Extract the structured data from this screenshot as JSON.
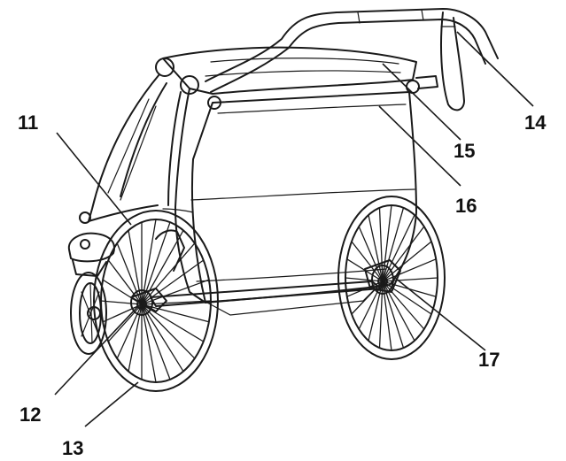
{
  "callouts": [
    {
      "id": "11",
      "label": "11"
    },
    {
      "id": "12",
      "label": "12"
    },
    {
      "id": "13",
      "label": "13"
    },
    {
      "id": "14",
      "label": "14"
    },
    {
      "id": "15",
      "label": "15"
    },
    {
      "id": "16",
      "label": "16"
    },
    {
      "id": "17",
      "label": "17"
    }
  ],
  "colors": {
    "line": "#1a1a1a",
    "background": "#ffffff",
    "text": "#111111"
  }
}
